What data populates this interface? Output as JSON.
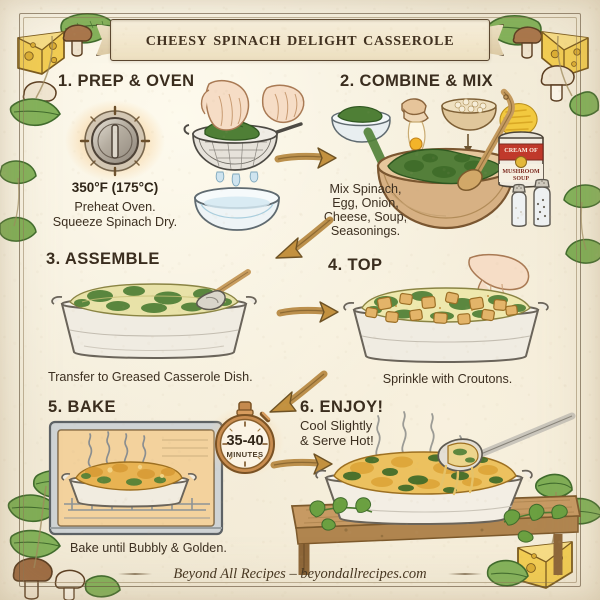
{
  "title": "Cheesy Spinach Delight Casserole",
  "background_color": "#f3ecd9",
  "ink_color": "#3a2d1e",
  "accent_color": "#b07a3c",
  "steps": [
    {
      "number": "1.",
      "heading": "1. PREP & OVEN",
      "temperature": "350°F (175°C)",
      "caption": "Preheat Oven.\nSqueeze Spinach Dry.",
      "caption_line1": "Preheat Oven.",
      "caption_line2": "Squeeze Spinach Dry.",
      "icons": [
        "oven-dial-icon",
        "hands-squeezing-spinach",
        "strainer",
        "mixing-bowl-water"
      ]
    },
    {
      "number": "2.",
      "heading": "2. COMBINE & MIX",
      "caption_line1": "Mix Spinach,",
      "caption_line2": "Egg, Onion,",
      "caption_line3": "Cheese, Soup,",
      "caption_line4": "Seasonings.",
      "soup_can_label_line1": "CREAM OF",
      "soup_can_label_line2": "MUSHROOM",
      "soup_can_label_line3": "SOUP",
      "icons": [
        "wooden-mixing-bowl",
        "cracked-egg",
        "onion-bowl",
        "shredded-cheese",
        "wooden-spoon",
        "soup-can",
        "salt-shaker",
        "pepper-shaker"
      ]
    },
    {
      "number": "3.",
      "heading": "3. ASSEMBLE",
      "caption_line1": "Transfer to Greased Casserole Dish.",
      "icons": [
        "casserole-dish",
        "spatula"
      ]
    },
    {
      "number": "4.",
      "heading": "4. TOP",
      "caption_line1": "Sprinkle with Croutons.",
      "icons": [
        "casserole-dish",
        "hand-sprinkling",
        "croutons"
      ]
    },
    {
      "number": "5.",
      "heading": "5. BAKE",
      "timer_value": "35-40",
      "timer_unit": "MINUTES",
      "caption_line1": "Bake until Bubbly & Golden.",
      "icons": [
        "oven-open",
        "baking-casserole",
        "stopwatch-icon",
        "steam"
      ]
    },
    {
      "number": "6.",
      "heading": "6. ENJOY!",
      "caption_line1": "Cool Slightly",
      "caption_line2": "& Serve Hot!",
      "icons": [
        "finished-casserole",
        "serving-spoon",
        "wooden-table",
        "parsley-garnish",
        "steam"
      ]
    }
  ],
  "footer": {
    "text": "Beyond All Recipes – beyondallrecipes.com"
  },
  "decorations": {
    "corner_top_left": [
      "cheese-wedge-icon",
      "mushroom-icon",
      "spinach-leaf-icon"
    ],
    "corner_top_right": [
      "spinach-leaf-icon",
      "mushroom-icon",
      "cheese-wedge-icon"
    ],
    "corner_bottom_left": [
      "spinach-leaf-icon",
      "mushroom-icon"
    ],
    "corner_bottom_right": [
      "spinach-leaf-icon",
      "cheese-wedge-icon"
    ]
  }
}
